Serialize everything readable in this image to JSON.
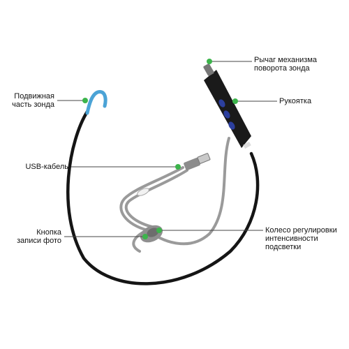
{
  "labels": {
    "probe_tip": [
      "Подвижная",
      "часть зонда"
    ],
    "usb_cable": [
      "USB-кабель"
    ],
    "photo_button": [
      "Кнопка",
      "записи фото"
    ],
    "lever": [
      "Рычаг механизма",
      "поворота зонда"
    ],
    "handle": [
      "Рукоятка"
    ],
    "brightness_wheel": [
      "Колесо регулировки",
      "интенсивности",
      "подсветки"
    ]
  },
  "colors": {
    "marker": "#3cb44b",
    "leader": "#444444",
    "probe_cable": "#151515",
    "probe_tip": "#4ba3d6",
    "usb_cable": "#9a9a9a",
    "handle": "#1a1a1a",
    "handle_accent": "#2c3f9e"
  }
}
